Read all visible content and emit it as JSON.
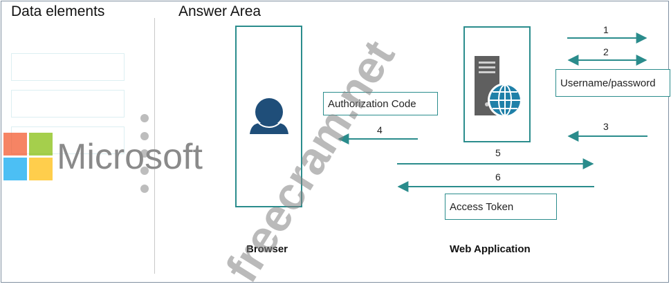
{
  "left_panel": {
    "title": "Data elements",
    "logo_text": "Microsoft",
    "logo_colors": [
      "#f25022",
      "#7fba00",
      "#00a4ef",
      "#ffb900"
    ]
  },
  "answer_area": {
    "title": "Answer Area",
    "browser_label": "Browser",
    "web_app_label": "Web Application",
    "labels": {
      "authorization_code": "Authorization  Code",
      "username_password": "Username/password",
      "access_token": "Access Token"
    },
    "steps": [
      "1",
      "2",
      "3",
      "4",
      "5",
      "6"
    ]
  },
  "watermark": "freecram.net",
  "colors": {
    "accent": "#2a8c8c",
    "user": "#1f4e79"
  }
}
